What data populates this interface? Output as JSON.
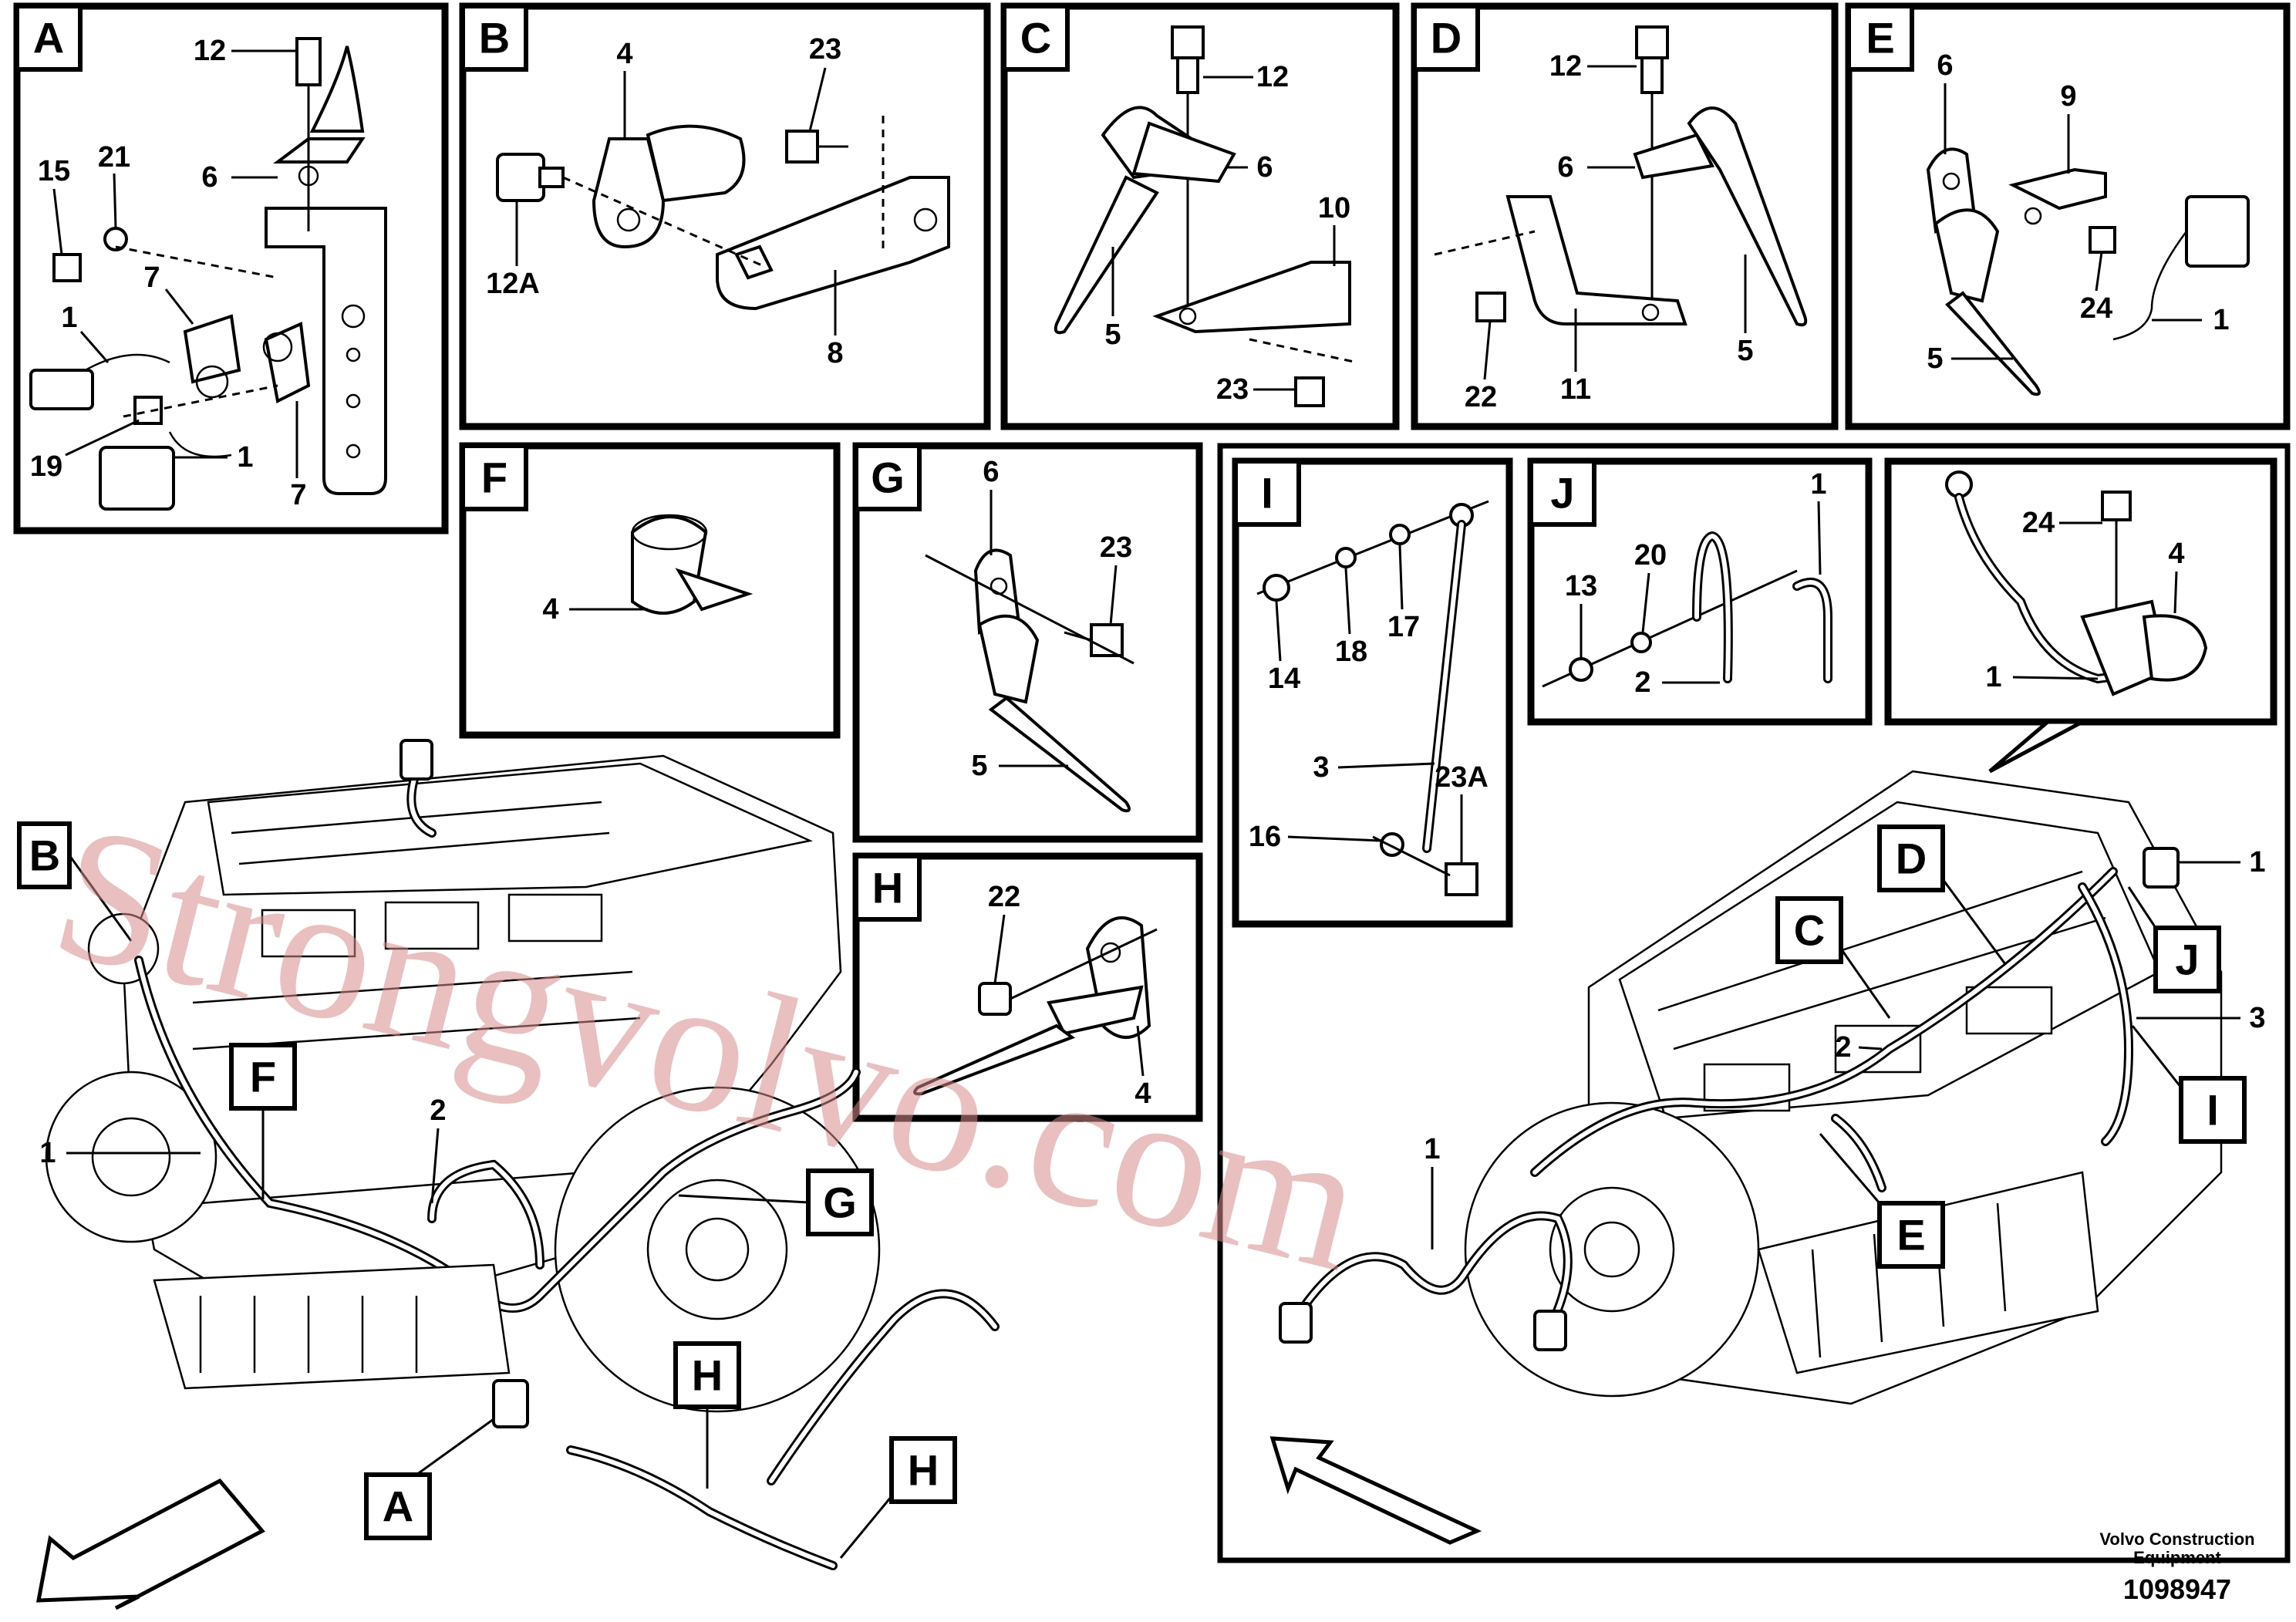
{
  "title": "",
  "detail_panels": [
    {
      "letter": "A",
      "callouts": [
        "12",
        "6",
        "15",
        "21",
        "7",
        "1",
        "19",
        "1",
        "7"
      ]
    },
    {
      "letter": "B",
      "callouts": [
        "4",
        "23",
        "12A",
        "8"
      ]
    },
    {
      "letter": "C",
      "callouts": [
        "12",
        "6",
        "10",
        "5",
        "23"
      ]
    },
    {
      "letter": "D",
      "callouts": [
        "12",
        "6",
        "22",
        "11",
        "5"
      ]
    },
    {
      "letter": "E",
      "callouts": [
        "6",
        "9",
        "24",
        "1",
        "5"
      ]
    },
    {
      "letter": "F",
      "callouts": [
        "4"
      ]
    },
    {
      "letter": "G",
      "callouts": [
        "6",
        "23",
        "5"
      ]
    },
    {
      "letter": "H",
      "callouts": [
        "22",
        "4"
      ]
    },
    {
      "letter": "I",
      "callouts": [
        "14",
        "18",
        "17",
        "3",
        "23A",
        "16"
      ]
    },
    {
      "letter": "J",
      "callouts": [
        "13",
        "20",
        "2",
        "1"
      ]
    },
    {
      "letter": "",
      "callouts": [
        "24",
        "4",
        "1"
      ]
    }
  ],
  "left_view": {
    "tags": [
      "B",
      "F",
      "G",
      "H",
      "H",
      "A"
    ],
    "callouts": [
      "1",
      "2"
    ]
  },
  "right_view": {
    "tags": [
      "D",
      "C",
      "J",
      "I",
      "E"
    ],
    "callouts": [
      "1",
      "2",
      "3",
      "1"
    ]
  },
  "watermark": "Strongvolvo.com",
  "footer": {
    "line1": "Volvo Construction",
    "line2": "Equipment",
    "doc_number": "1098947"
  }
}
